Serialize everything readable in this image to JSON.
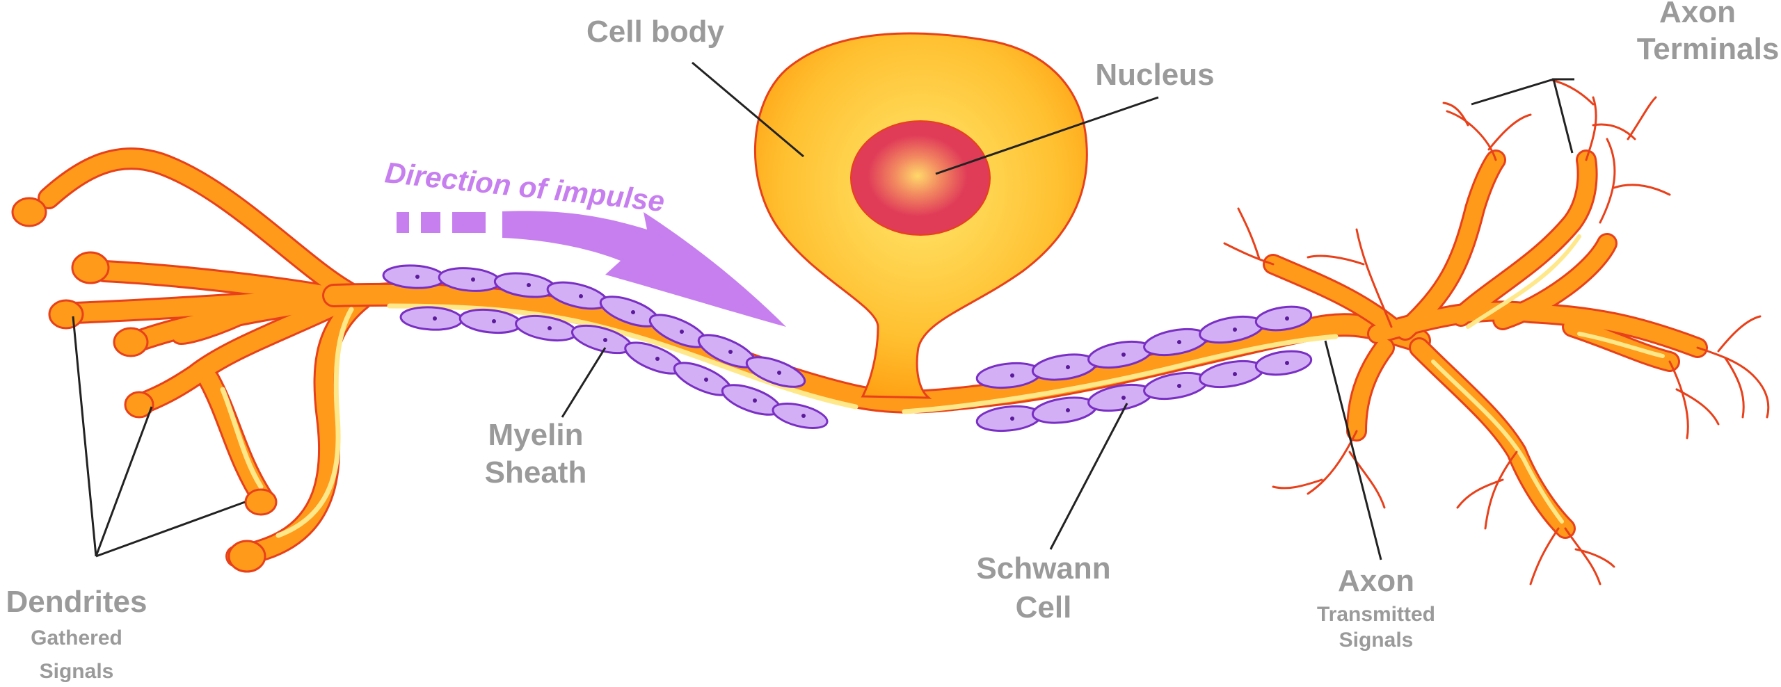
{
  "labels": {
    "cell_body": "Cell body",
    "nucleus": "Nucleus",
    "axon_terminals_line1": "Axon",
    "axon_terminals_line2": "Terminals",
    "direction": "Direction of impulse",
    "myelin_line1": "Myelin",
    "myelin_line2": "Sheath",
    "schwann_line1": "Schwann",
    "schwann_line2": "Cell",
    "axon": "Axon",
    "axon_sub1": "Transmitted",
    "axon_sub2": "Signals",
    "dendrites": "Dendrites",
    "dendrites_sub1": "Gathered",
    "dendrites_sub2": "Signals"
  },
  "colors": {
    "neuron_fill": "#ff9a1a",
    "neuron_stroke": "#e8401a",
    "highlight": "#ffe88a",
    "cell_body_center": "#ffe06a",
    "cell_body_edge": "#ffa515",
    "nucleus": "#e03c58",
    "nucleus_center": "#ffd46a",
    "myelin_fill": "#c79cf0",
    "myelin_stroke": "#7a2fc4",
    "arrow": "#c77ff0",
    "label_gray": "#9a9a9a",
    "leader": "#222222"
  }
}
